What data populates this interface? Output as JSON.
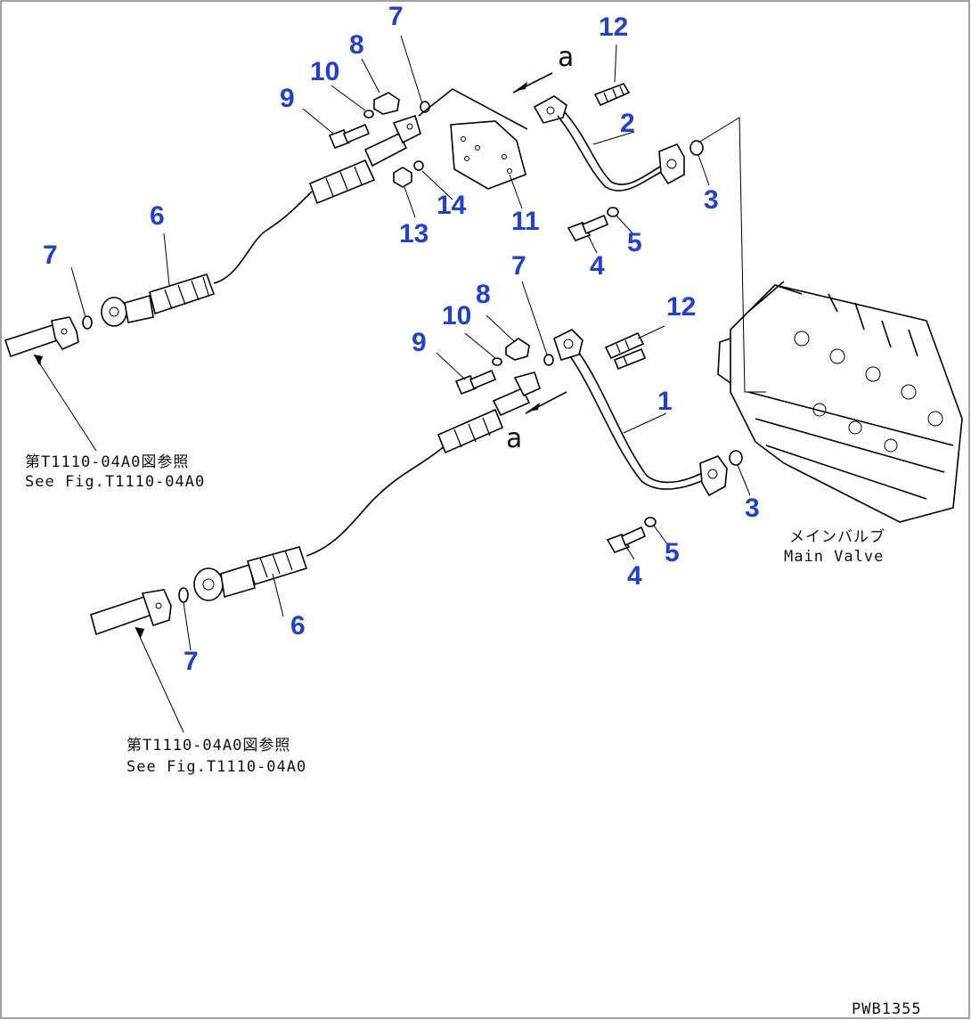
{
  "drawing_code": "PWB1355",
  "callouts": {
    "n1": "1",
    "n2": "2",
    "n3a": "3",
    "n3b": "3",
    "n4a": "4",
    "n4b": "4",
    "n5a": "5",
    "n5b": "5",
    "n6a": "6",
    "n6b": "6",
    "n7a": "7",
    "n7b": "7",
    "n7c": "7",
    "n7d": "7",
    "n8a": "8",
    "n8b": "8",
    "n9a": "9",
    "n9b": "9",
    "n10a": "10",
    "n10b": "10",
    "n11": "11",
    "n12a": "12",
    "n12b": "12",
    "n13": "13",
    "n14": "14"
  },
  "view_marks": {
    "a_top": "a",
    "a_mid": "a"
  },
  "references": {
    "ref1_jp": "第T1110-04A0図参照",
    "ref1_en": "See Fig.T1110-04A0",
    "ref2_jp": "第T1110-04A0図参照",
    "ref2_en": "See Fig.T1110-04A0"
  },
  "main_valve": {
    "jp": "メインバルブ",
    "en": "Main Valve"
  }
}
